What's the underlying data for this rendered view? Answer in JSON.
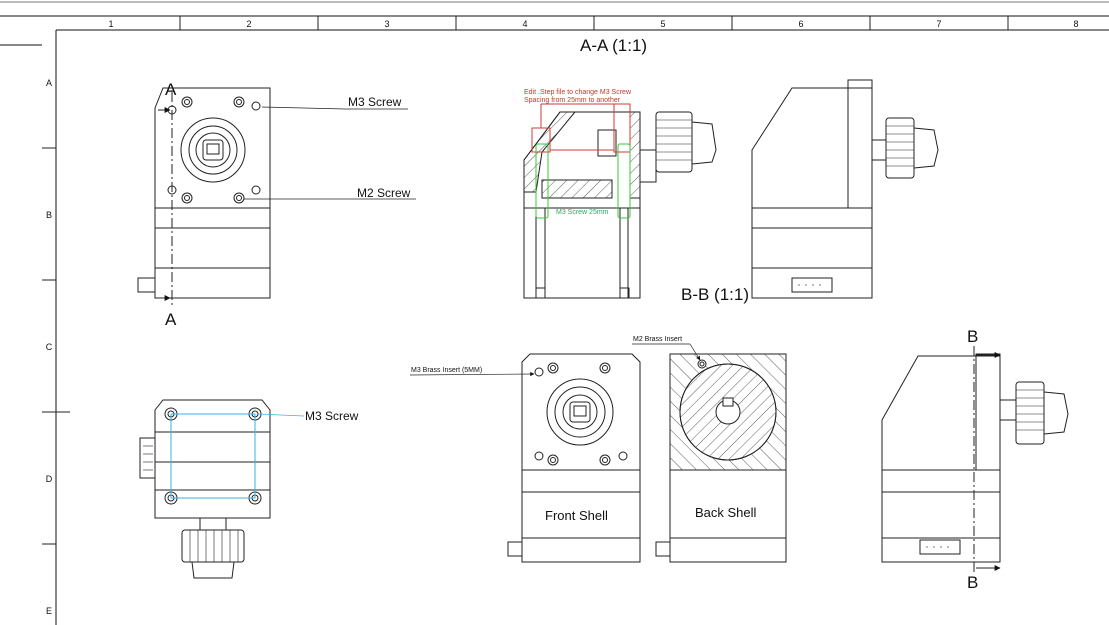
{
  "frame": {
    "columns": [
      "1",
      "2",
      "3",
      "4",
      "5",
      "6",
      "7",
      "8"
    ],
    "rows": [
      "A",
      "B",
      "C",
      "D",
      "E"
    ]
  },
  "views": {
    "section_aa_title": "A-A (1:1)",
    "section_bb_title": "B-B (1:1)",
    "section_a_marker_top": "A",
    "section_a_marker_bottom": "A",
    "section_b_marker_top": "B",
    "section_b_marker_bottom": "B"
  },
  "callouts": {
    "m3_screw_top": "M3 Screw",
    "m2_screw": "M2 Screw",
    "m3_screw_bottom": "M3 Screw",
    "edit_note_line1": "Edit .Step file to change M3 Screw",
    "edit_note_line2": "Spacing from 25mm to another",
    "m3_screw_25mm": "M3 Screw 25mm",
    "m2_brass_insert": "M2 Brass Insert",
    "m3_brass_insert": "M3 Brass Insert (5MM)"
  },
  "parts": {
    "front_shell": "Front Shell",
    "back_shell": "Back Shell"
  },
  "colors": {
    "line": "#222222",
    "highlight_red": "#d23a3a",
    "highlight_green": "#3cc43c",
    "highlight_cyan": "#33b5e5"
  }
}
